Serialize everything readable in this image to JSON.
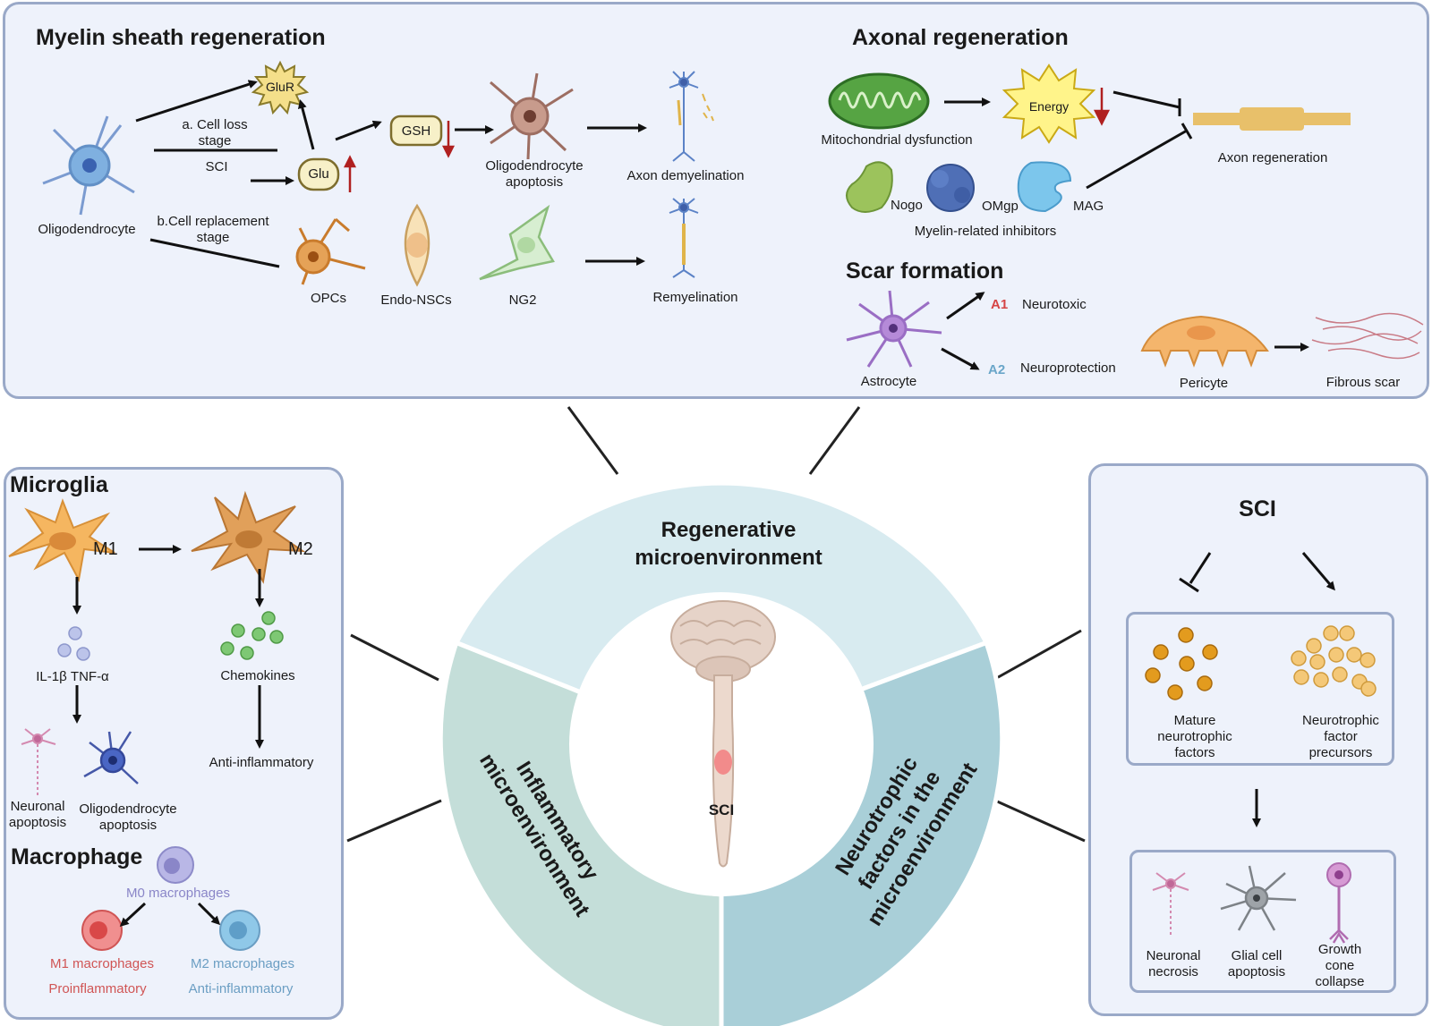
{
  "regeneration": {
    "myelin_title": "Myelin sheath regeneration",
    "axonal_title": "Axonal regeneration",
    "scar_title": "Scar formation",
    "oligodendrocyte": "Oligodendrocyte",
    "cell_loss_1": "a.  Cell loss",
    "cell_loss_2": "stage",
    "sci": "SCI",
    "cell_replacement_1": "b.Cell replacement",
    "cell_replacement_2": "stage",
    "glur": "GluR",
    "glu": "Glu",
    "gsh": "GSH",
    "oligo_apoptosis_1": "Oligodendrocyte",
    "oligo_apoptosis_2": "apoptosis",
    "axon_demyelination": "Axon demyelination",
    "opcs": "OPCs",
    "endo_nscs": "Endo-NSCs",
    "ng2": "NG2",
    "remyelination": "Remyelination",
    "mito": "Mitochondrial dysfunction",
    "energy": "Energy",
    "axon_regeneration": "Axon regeneration",
    "nogo": "Nogo",
    "omgp": "OMgp",
    "mag": "MAG",
    "myelin_inhibitors": "Myelin-related inhibitors",
    "astrocyte": "Astrocyte",
    "a1": "A1",
    "neurotoxic": "Neurotoxic",
    "a2": "A2",
    "neuroprotection": "Neuroprotection",
    "pericyte": "Pericyte",
    "fibrous_scar": "Fibrous scar"
  },
  "inflammatory": {
    "microglia_title": "Microglia",
    "m1": "M1",
    "m2": "M2",
    "cytokines": "IL-1β TNF-α",
    "chemokines": "Chemokines",
    "anti_inflammatory": "Anti-inflammatory",
    "neuronal_apoptosis_1": "Neuronal",
    "neuronal_apoptosis_2": "apoptosis",
    "oligo_apoptosis_1": "Oligodendrocyte",
    "oligo_apoptosis_2": "apoptosis",
    "macrophage_title": "Macrophage",
    "m0": "M0 macrophages",
    "m1_macrophages": "M1 macrophages",
    "proinflammatory": "Proinflammatory",
    "m2_macrophages": "M2 macrophages",
    "anti_inflammatory_mac": "Anti-inflammatory"
  },
  "neurotrophic": {
    "title": "SCI",
    "mature_1": "Mature",
    "mature_2": "neurotrophic",
    "mature_3": "factors",
    "precursors_1": "Neurotrophic",
    "precursors_2": "factor",
    "precursors_3": "precursors",
    "necrosis_1": "Neuronal",
    "necrosis_2": "necrosis",
    "glial_1": "Glial cell",
    "glial_2": "apoptosis",
    "growth_1": "Growth",
    "growth_2": "cone",
    "growth_3": "collapse"
  },
  "center": {
    "regenerative_1": "Regenerative",
    "regenerative_2": "microenvironment",
    "inflammatory_1": "Inflammatory",
    "inflammatory_2": "microenvironment",
    "neurotrophic_1": "Neurotrophic",
    "neurotrophic_2": "factors in the",
    "neurotrophic_3": "microenvironment",
    "sci": "SCI"
  },
  "colors": {
    "panel_bg": "#eef2fb",
    "panel_border": "#9aa9c8",
    "ring_top": "#d8ebf0",
    "ring_left": "#c4ded9",
    "ring_right": "#a9cfd8",
    "a1_red": "#d64545",
    "a2_blue": "#6aa6c9",
    "m1_red": "#d05555",
    "m2_blue": "#6b9ec3"
  }
}
